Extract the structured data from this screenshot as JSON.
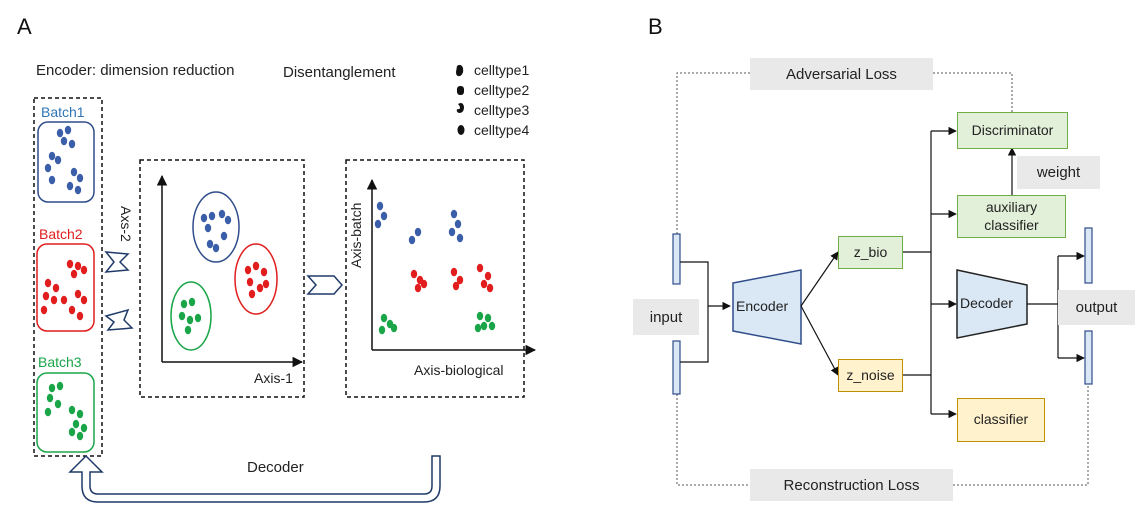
{
  "panelA": {
    "letter": "A",
    "encoder_label": "Encoder: dimension reduction",
    "disentangle_label": "Disentanglement",
    "legend": [
      "celltype1",
      "celltype2",
      "celltype3",
      "celltype4"
    ],
    "batches": [
      {
        "name": "Batch1",
        "color": "#2e75b6"
      },
      {
        "name": "Batch2",
        "color": "#e11d1d"
      },
      {
        "name": "Batch3",
        "color": "#1aa548"
      }
    ],
    "plot1": {
      "x_axis": "Axis-1",
      "y_axis": "Axs-2"
    },
    "plot2": {
      "x_axis": "Axis-biological",
      "y_axis": "Axis-batch"
    },
    "decoder_label": "Decoder"
  },
  "panelB": {
    "letter": "B",
    "adversarial_loss": "Adversarial  Loss",
    "reconstruction_loss": "Reconstruction Loss",
    "input": "input",
    "output": "output",
    "encoder": "Encoder",
    "decoder": "Decoder",
    "z_bio": "z_bio",
    "z_noise": "z_noise",
    "discriminator": "Discriminator",
    "weight": "weight",
    "auxiliary_classifier": "auxiliary classifier",
    "classifier": "classifier"
  },
  "colors": {
    "blue_cells": "#3b5ea8",
    "red_cells": "#e11d1d",
    "green_cells": "#1aa548",
    "green_box": "#e2f0d9",
    "yellow_box": "#fff2cc",
    "blue_box": "#dae8f5"
  }
}
